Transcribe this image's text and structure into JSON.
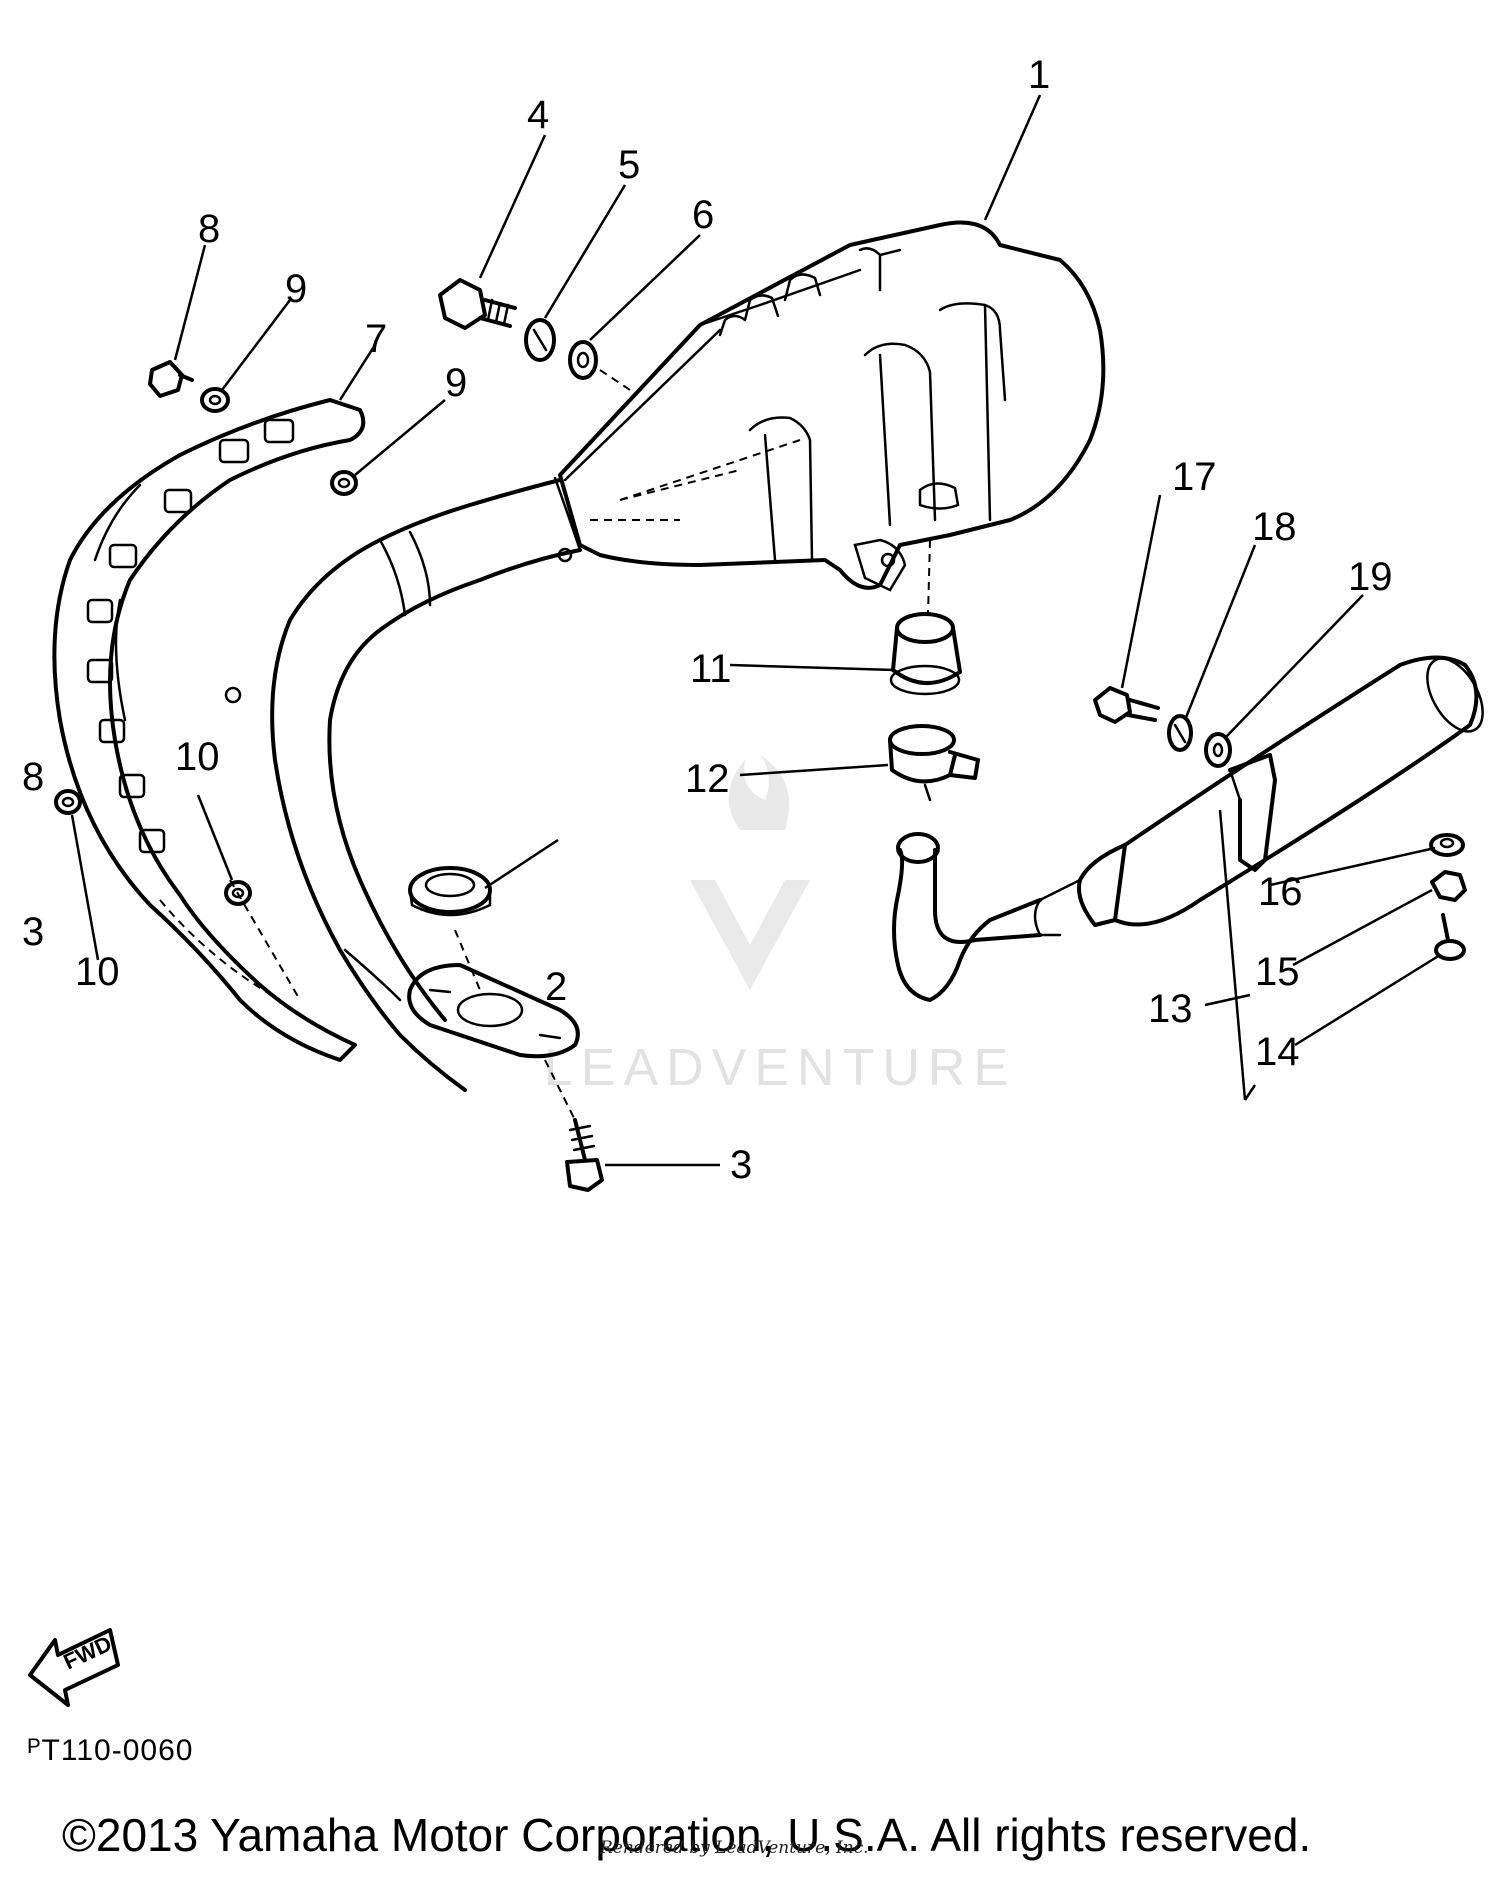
{
  "diagram": {
    "callouts": {
      "c1": "1",
      "c2": "2",
      "c3": "3",
      "c4": "4",
      "c5": "5",
      "c6": "6",
      "c7": "7",
      "c8": "8",
      "c9a": "9",
      "c9b": "9",
      "c10a": "10",
      "c10b": "10",
      "c11": "11",
      "c12": "12",
      "c13": "13",
      "c14": "14",
      "c15": "15",
      "c16": "16",
      "c17": "17",
      "c18": "18",
      "c19": "19"
    },
    "cut_labels": {
      "left_8": "8",
      "left_13": "3"
    },
    "fwd_label": "FWD",
    "code": "ᴾT110-0060"
  },
  "watermark": {
    "text": "LEADVENTURE"
  },
  "footer": {
    "copyright": "©2013 Yamaha Motor Corporation, U.S.A. All rights reserved.",
    "credit": "Rendered by LeadVenture, Inc."
  }
}
